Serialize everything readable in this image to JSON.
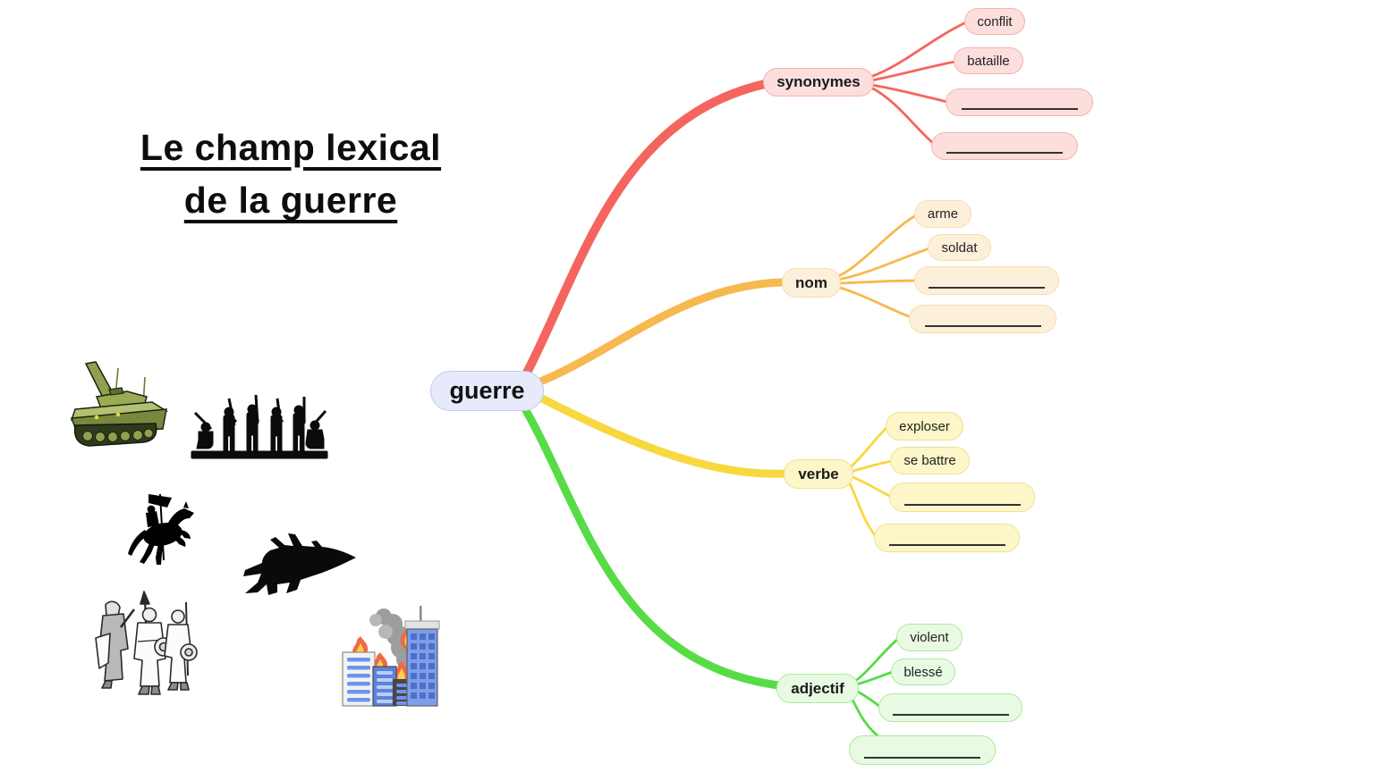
{
  "title": {
    "line1": "Le champ lexical",
    "line2": "de la guerre"
  },
  "mindmap": {
    "root": {
      "label": "guerre"
    },
    "branches": [
      {
        "label": "synonymes",
        "color": "#f4655f",
        "children": [
          {
            "label": "conflit"
          },
          {
            "label": "bataille"
          },
          {
            "label": ""
          },
          {
            "label": ""
          }
        ]
      },
      {
        "label": "nom",
        "color": "#f6b94f",
        "children": [
          {
            "label": "arme"
          },
          {
            "label": "soldat"
          },
          {
            "label": ""
          },
          {
            "label": ""
          }
        ]
      },
      {
        "label": "verbe",
        "color": "#f7d83e",
        "children": [
          {
            "label": "exploser"
          },
          {
            "label": "se battre"
          },
          {
            "label": ""
          },
          {
            "label": ""
          }
        ]
      },
      {
        "label": "adjectif",
        "color": "#57dc46",
        "children": [
          {
            "label": "violent"
          },
          {
            "label": "blessé"
          },
          {
            "label": ""
          },
          {
            "label": ""
          }
        ]
      }
    ]
  },
  "illustrations": [
    {
      "icon": "tank-icon"
    },
    {
      "icon": "soldiers-silhouette-icon"
    },
    {
      "icon": "cavalry-rider-flag-icon"
    },
    {
      "icon": "fighter-jet-icon"
    },
    {
      "icon": "medieval-soldiers-icon"
    },
    {
      "icon": "burning-buildings-icon"
    }
  ],
  "colors": {
    "background": "#ffffff",
    "root_fill": "#e7eafa",
    "root_border": "#c3cdf3",
    "synonymes_fill": "#fcdedd",
    "synonymes_border": "#f5b2ab",
    "nom_fill": "#fdf0db",
    "nom_border": "#f8dcab",
    "verbe_fill": "#fcf6c9",
    "verbe_border": "#efe193",
    "adjectif_fill": "#e9fae3",
    "adjectif_border": "#ace99d",
    "answer_line": "#333333"
  }
}
